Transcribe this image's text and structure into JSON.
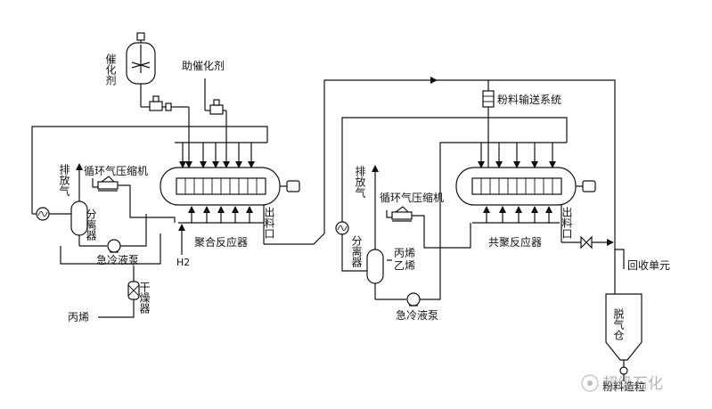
{
  "labels": {
    "catalyst": "催化剂",
    "cocatalyst": "助催化剂",
    "powder_system": "粉料输送系统",
    "vent_gas_1": "排放气",
    "cycle_compressor_1": "循环气压缩机",
    "separator_1": "分离器",
    "quench_pump_1": "急冷液泵",
    "outlet_1": "出料口",
    "poly_reactor": "聚合反应器",
    "h2": "H2",
    "dryer": "干燥器",
    "propylene_feed": "丙烯",
    "vent_gas_2": "排放气",
    "cycle_compressor_2": "循环气压缩机",
    "separator_2": "分离器",
    "propylene_2": "丙烯",
    "ethylene_2": "乙烯",
    "quench_pump_2": "急冷液泵",
    "copoly_reactor": "共聚反应器",
    "outlet_2": "出料口",
    "recovery_unit": "回收单元",
    "degassing_bin": "脱气仓",
    "to_pelletizing": "粉料造粒"
  },
  "watermark": "超级石化"
}
